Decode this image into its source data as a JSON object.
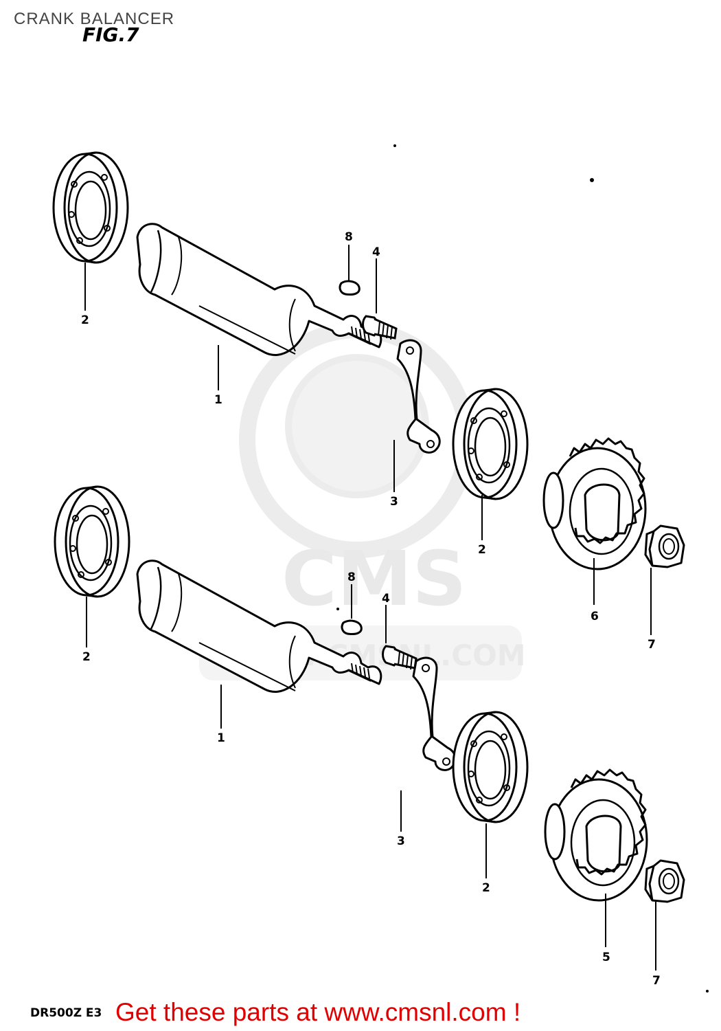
{
  "header": {
    "title": "CRANK BALANCER",
    "figure": "FIG.7"
  },
  "watermark": {
    "brand": "CMS",
    "url": "WWW.CMSNL.COM"
  },
  "callouts": {
    "upper": {
      "shaft": "1",
      "bearing_left": "2",
      "lock_washer": "3",
      "bolt": "4",
      "key": "8",
      "bearing_right": "2",
      "gear": "6",
      "nut": "7"
    },
    "lower": {
      "shaft": "1",
      "bearing_left": "2",
      "lock_washer": "3",
      "bolt": "4",
      "key": "8",
      "bearing_right": "2",
      "gear": "5",
      "nut": "7"
    }
  },
  "footer": {
    "model": "DR500Z E3",
    "promo_text": "Get these parts at www.cmsnl.com !"
  }
}
